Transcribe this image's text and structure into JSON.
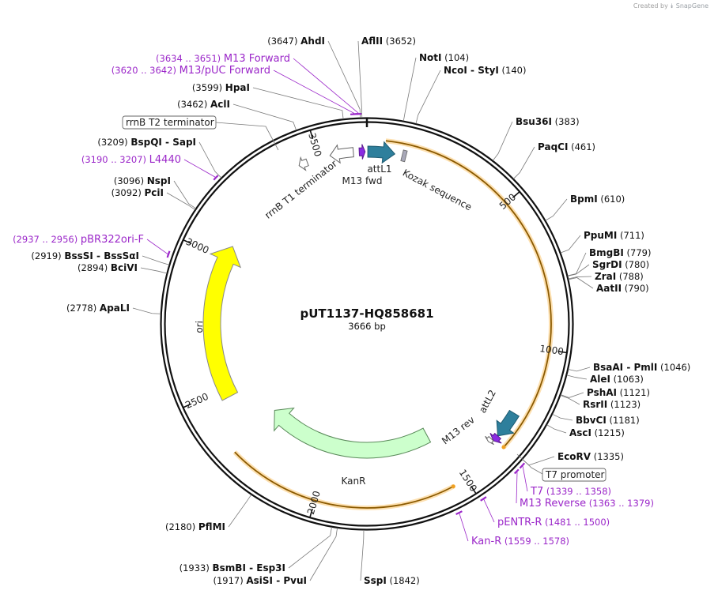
{
  "credit": {
    "prefix": "Created by",
    "brand": "SnapGene"
  },
  "plasmid": {
    "name": "pUT1137-HQ858681",
    "length_label": "3666 bp",
    "length": 3666
  },
  "ticks": [
    {
      "pos": 500,
      "label": "500"
    },
    {
      "pos": 1000,
      "label": "1000"
    },
    {
      "pos": 1500,
      "label": "1500"
    },
    {
      "pos": 2000,
      "label": "2000"
    },
    {
      "pos": 2500,
      "label": "2500"
    },
    {
      "pos": 3000,
      "label": "3000"
    },
    {
      "pos": 3500,
      "label": "3500"
    }
  ],
  "enzymes": [
    {
      "id": "ahdi",
      "pos": 3647,
      "name": "AhdI",
      "coord": "(3647)"
    },
    {
      "id": "aflii",
      "pos": 3652,
      "name": "AflII",
      "coord": "(3652)"
    },
    {
      "id": "noti",
      "pos": 104,
      "name": "NotI",
      "coord": "(104)"
    },
    {
      "id": "ncoi",
      "pos": 140,
      "name": "NcoI",
      "name2": "StyI",
      "coord": "(140)"
    },
    {
      "id": "bsu36i",
      "pos": 383,
      "name": "Bsu36I",
      "coord": "(383)"
    },
    {
      "id": "paqci",
      "pos": 461,
      "name": "PaqCI",
      "coord": "(461)"
    },
    {
      "id": "bpmi",
      "pos": 610,
      "name": "BpmI",
      "coord": "(610)"
    },
    {
      "id": "ppumi",
      "pos": 711,
      "name": "PpuMI",
      "coord": "(711)"
    },
    {
      "id": "bmgbi",
      "pos": 779,
      "name": "BmgBI",
      "coord": "(779)"
    },
    {
      "id": "sgrdi",
      "pos": 780,
      "name": "SgrDI",
      "coord": "(780)"
    },
    {
      "id": "zrai",
      "pos": 788,
      "name": "ZraI",
      "coord": "(788)"
    },
    {
      "id": "aatii",
      "pos": 790,
      "name": "AatII",
      "coord": "(790)"
    },
    {
      "id": "bsaai",
      "pos": 1046,
      "name": "BsaAI",
      "name2": "PmlI",
      "coord": "(1046)"
    },
    {
      "id": "alei",
      "pos": 1063,
      "name": "AleI",
      "coord": "(1063)"
    },
    {
      "id": "pshai",
      "pos": 1121,
      "name": "PshAI",
      "coord": "(1121)"
    },
    {
      "id": "rsrii",
      "pos": 1123,
      "name": "RsrII",
      "coord": "(1123)"
    },
    {
      "id": "bbvci",
      "pos": 1181,
      "name": "BbvCI",
      "coord": "(1181)"
    },
    {
      "id": "asci",
      "pos": 1215,
      "name": "AscI",
      "coord": "(1215)"
    },
    {
      "id": "ecorv",
      "pos": 1335,
      "name": "EcoRV",
      "coord": "(1335)"
    },
    {
      "id": "sspi",
      "pos": 1842,
      "name": "SspI",
      "coord": "(1842)"
    },
    {
      "id": "asisi",
      "pos": 1917,
      "name": "AsiSI",
      "name2": "PvuI",
      "coord": "(1917)"
    },
    {
      "id": "bsmbi",
      "pos": 1933,
      "name": "BsmBI",
      "name2": "Esp3I",
      "coord": "(1933)"
    },
    {
      "id": "pflmi",
      "pos": 2180,
      "name": "PflMI",
      "coord": "(2180)"
    },
    {
      "id": "apali",
      "pos": 2778,
      "name": "ApaLI",
      "coord": "(2778)"
    },
    {
      "id": "bcivi",
      "pos": 2894,
      "name": "BciVI",
      "coord": "(2894)"
    },
    {
      "id": "bsssi",
      "pos": 2919,
      "name": "BssSI",
      "name2": "BssSαI",
      "coord": "(2919)"
    },
    {
      "id": "pcii",
      "pos": 3092,
      "name": "PciI",
      "coord": "(3092)"
    },
    {
      "id": "nspi",
      "pos": 3096,
      "name": "NspI",
      "coord": "(3096)"
    },
    {
      "id": "bspqi",
      "pos": 3209,
      "name": "BspQI",
      "name2": "SapI",
      "coord": "(3209)"
    },
    {
      "id": "acli",
      "pos": 3462,
      "name": "AclI",
      "coord": "(3462)"
    },
    {
      "id": "hpai",
      "pos": 3599,
      "name": "HpaI",
      "coord": "(3599)"
    }
  ],
  "primers": [
    {
      "id": "m13-forward",
      "start": 3634,
      "end": 3651,
      "name": "M13 Forward",
      "coord": "(3634 .. 3651)"
    },
    {
      "id": "m13-puc-forward",
      "start": 3620,
      "end": 3642,
      "name": "M13/pUC Forward",
      "coord": "(3620 .. 3642)"
    },
    {
      "id": "l4440",
      "start": 3190,
      "end": 3207,
      "name": "L4440",
      "coord": "(3190 .. 3207)"
    },
    {
      "id": "pbr322ori-f",
      "start": 2937,
      "end": 2956,
      "name": "pBR322ori-F",
      "coord": "(2937 .. 2956)"
    },
    {
      "id": "t7",
      "start": 1339,
      "end": 1358,
      "name": "T7",
      "coord": "(1339 .. 1358)"
    },
    {
      "id": "m13-reverse",
      "start": 1363,
      "end": 1379,
      "name": "M13 Reverse",
      "coord": "(1363 .. 1379)"
    },
    {
      "id": "pentr-r",
      "start": 1481,
      "end": 1500,
      "name": "pENTR-R",
      "coord": "(1481 .. 1500)"
    },
    {
      "id": "kan-r",
      "start": 1559,
      "end": 1578,
      "name": "Kan-R",
      "coord": "(1559 .. 1578)"
    }
  ],
  "features": [
    {
      "id": "orf-main",
      "start": 60,
      "end": 1345,
      "color": "#f0a020",
      "name": ""
    },
    {
      "id": "orf-kan",
      "start": 1548,
      "end": 2300,
      "color": "#f0a020",
      "name": ""
    },
    {
      "id": "ori",
      "start": 2465,
      "end": 3055,
      "color": "#ffff00",
      "name": "ori"
    },
    {
      "id": "kanr",
      "start": 1545,
      "end": 2310,
      "color": "#ccffcc",
      "name": "KanR"
    },
    {
      "id": "attl1",
      "start": 3,
      "end": 95,
      "color": "#2e7f9c",
      "name": "attL1"
    },
    {
      "id": "attl2",
      "start": 1235,
      "end": 1330,
      "color": "#2e7f9c",
      "name": "attL2"
    },
    {
      "id": "m13-fwd",
      "start": 3640,
      "end": 3660,
      "color": "#8a2be2",
      "name": "M13 fwd"
    },
    {
      "id": "m13-rev",
      "start": 1330,
      "end": 1352,
      "color": "#8a2be2",
      "name": "M13 rev"
    },
    {
      "id": "kozak",
      "start": 125,
      "end": 135,
      "color": "#a0a0a0",
      "name": "Kozak sequence"
    },
    {
      "id": "rrnb-t1",
      "start": 3540,
      "end": 3620,
      "color": "#ffffff",
      "name": "rrnB T1 terminator"
    },
    {
      "id": "rrnb-t2",
      "start": 3445,
      "end": 3470,
      "color": "#ffffff",
      "name": "rrnB T2 terminator"
    },
    {
      "id": "t7-promoter",
      "start": 1339,
      "end": 1358,
      "color": "#ffffff",
      "name": "T7 promoter"
    },
    {
      "id": "lacz-small",
      "start": 1350,
      "end": 1362,
      "color": "#ffffff",
      "name": ""
    }
  ],
  "colors": {
    "enzyme_text": "#111111",
    "primer": "#9b27c9",
    "backbone": "#111111",
    "leader": "#7a7a7a"
  }
}
